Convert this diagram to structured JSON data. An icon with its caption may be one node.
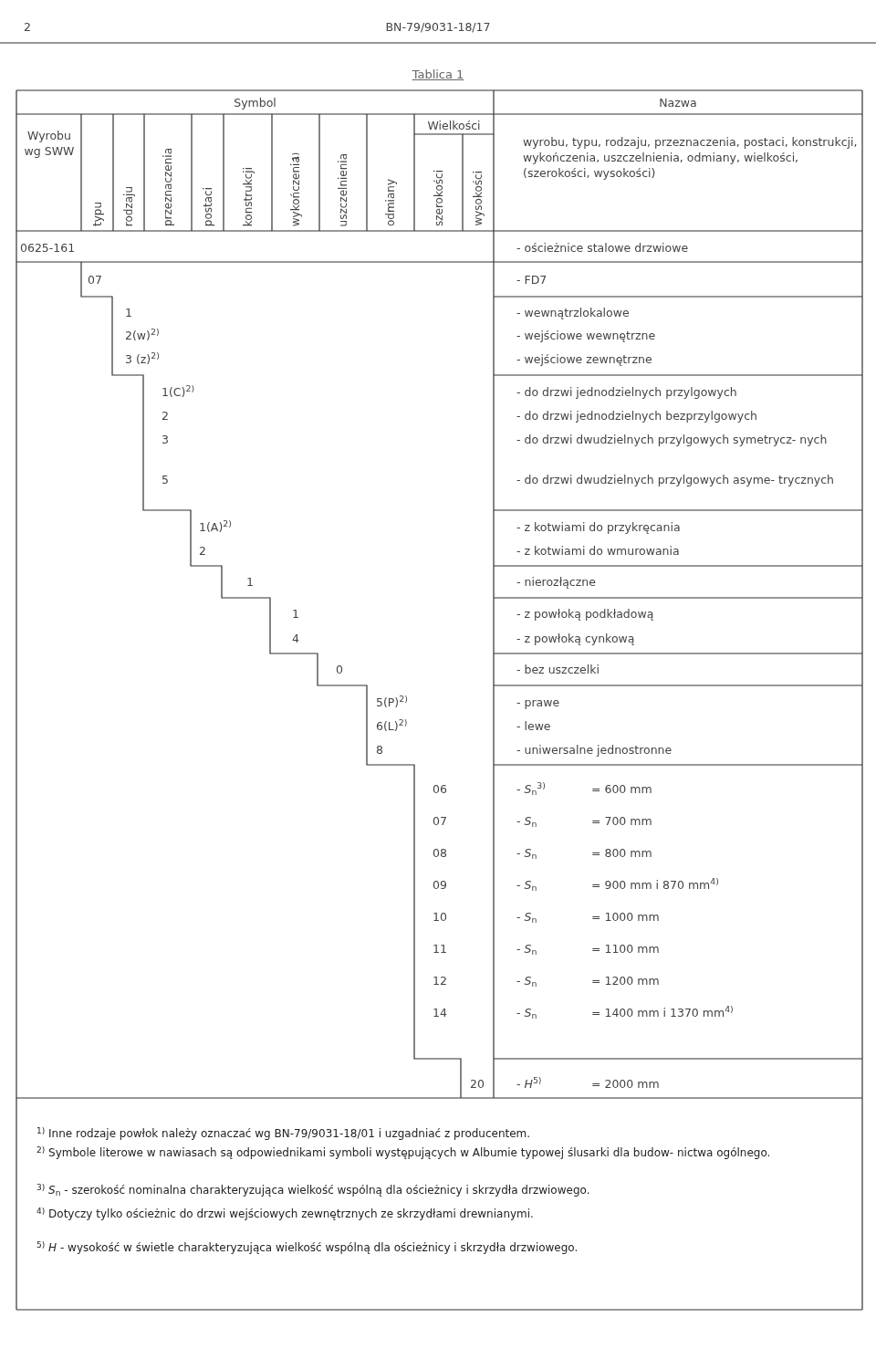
{
  "diagram": {
    "title": "Tablica 1",
    "labels": [
      "2",
      "BN-79/9031-18/17",
      "Symbol",
      "Nazwa",
      "Wyrobu wg SWW",
      "typu",
      "rodzaju",
      "przeznaczenia",
      "postaci",
      "konstrukcji",
      "wykończenia$^{1)}$",
      "uszczelnienia",
      "odmiany",
      "Wielkości",
      "szerokości",
      "wysokości",
      "wyrobu, typu, rodzaju, przeznaczenia, postaci, konstrukcji, wykończenia, uszczelnienia, odmiany, wielkości, (szerokości, wysokości)",
      "0625-161",
      "- ościeżnice stalowe drzwiowe",
      "07",
      "- FD7",
      "1",
      "- wewnątrzlokalowe",
      "2(w)$^{2)}$",
      "- wejściowe wewnętrzne",
      "3 (z)$^{2)}$",
      "- wejściowe zewnętrzne",
      "1(C)$^{2)}$",
      "- do drzwi jednodzielnych przylgowych",
      "2",
      "- do drzwi jednodzielnych bezprzylgowych",
      "3",
      "- do drzwi dwudzielnych przylgowych symetrycz- nych",
      "5",
      "- do drzwi dwudzielnych przylgowych asyme- trycznych",
      "1(A)$^{2)}$",
      "- z kotwiami do przykręcania",
      "2",
      "- z kotwiami do wmurowania",
      "1",
      "- nierozłączne",
      "1",
      "- z powłoką podkładową",
      "4",
      "- z powłoką cynkową",
      "0",
      "- bez uszczelki",
      "5(P)$^{2)}$",
      "- prawe",
      "6(L)$^{2)}$",
      "- lewe",
      "8",
      "- uniwersalne jednostronne",
      "06",
      "- *S*$_{n}$$^{3)}$",
      "= 600 mm",
      "07",
      "- *S*$_{n}$",
      "= 700 mm",
      "08",
      "- *S*$_{n}$",
      "= 800 mm",
      "09",
      "- *S*$_{n}$",
      "= 900 mm i 870 mm$^{4)}$",
      "10",
      "- *S*$_{n}$",
      "= 1000 mm",
      "11",
      "- *S*$_{n}$",
      "= 1100 mm",
      "12",
      "- *S*$_{n}$",
      "= 1200 mm",
      "14",
      "- *S*$_{n}$",
      "= 1400 mm i 1370 mm$^{4)}$",
      "20",
      "- *H*$^{5)}$",
      "= 2000 mm",
      "$^{1)}$ Inne rodzaje powłok należy oznaczać wg BN-79/9031-18/01 i uzgadniać z producentem.",
      "$^{2)}$ Symbole literowe w nawiasach są odpowiednikami symboli występujących w Albumie typowej ślusarki dla budow- nictwa ogólnego.",
      "$^{3)}$ *S*$_{n}$ - szerokość nominalna charakteryzująca wielkość wspólną dla ościeżnicy i skrzydła drzwiowego.",
      "$^{4)}$ Dotyczy tylko ościeżnic do drzwi wejściowych zewnętrznych ze skrzydłami drewnianymi.",
      "$^{5)}$ *H* - wysokość w świetle charakteryzująca wielkość wspólną dla ościeżnicy i skrzydła drzwiowego."
    ]
  }
}
